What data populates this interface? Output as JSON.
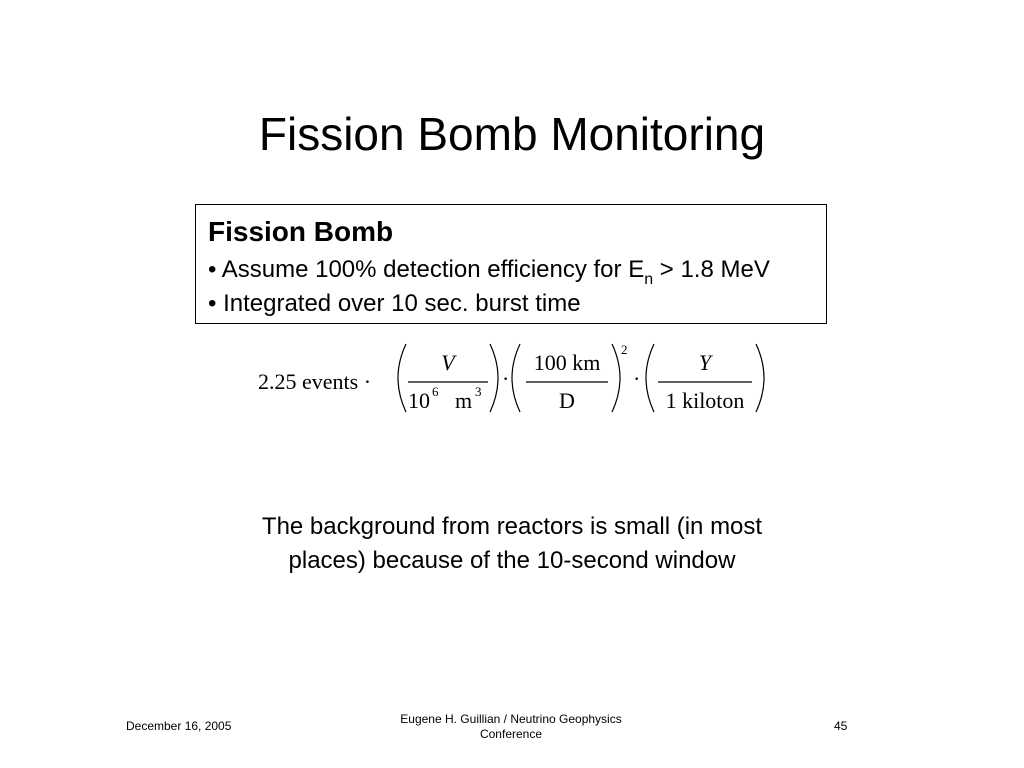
{
  "slide": {
    "title": "Fission Bomb Monitoring",
    "box": {
      "heading": "Fission Bomb",
      "bullet1_prefix": "• Assume 100% detection efficiency for E",
      "bullet1_subscript": "n",
      "bullet1_suffix": " > 1.8 MeV",
      "bullet2": "• Integrated over 10 sec. burst time"
    },
    "formula": {
      "coefficient": "2.25 events ·",
      "term1_numerator": "V",
      "term1_den_base": "10",
      "term1_den_exp": "6",
      "term1_den_unit": "m",
      "term1_den_unit_exp": "3",
      "dot1": "·",
      "term2_numerator": "100 km",
      "term2_denominator": "D",
      "term2_exponent": "2",
      "dot2": "·",
      "term3_numerator": "Y",
      "term3_denominator": "1 kiloton"
    },
    "note": "The background from reactors is small (in most places) because of the 10-second window"
  },
  "footer": {
    "date": "December 16, 2005",
    "center": "Eugene H. Guillian / Neutrino Geophysics Conference",
    "page": "45"
  }
}
